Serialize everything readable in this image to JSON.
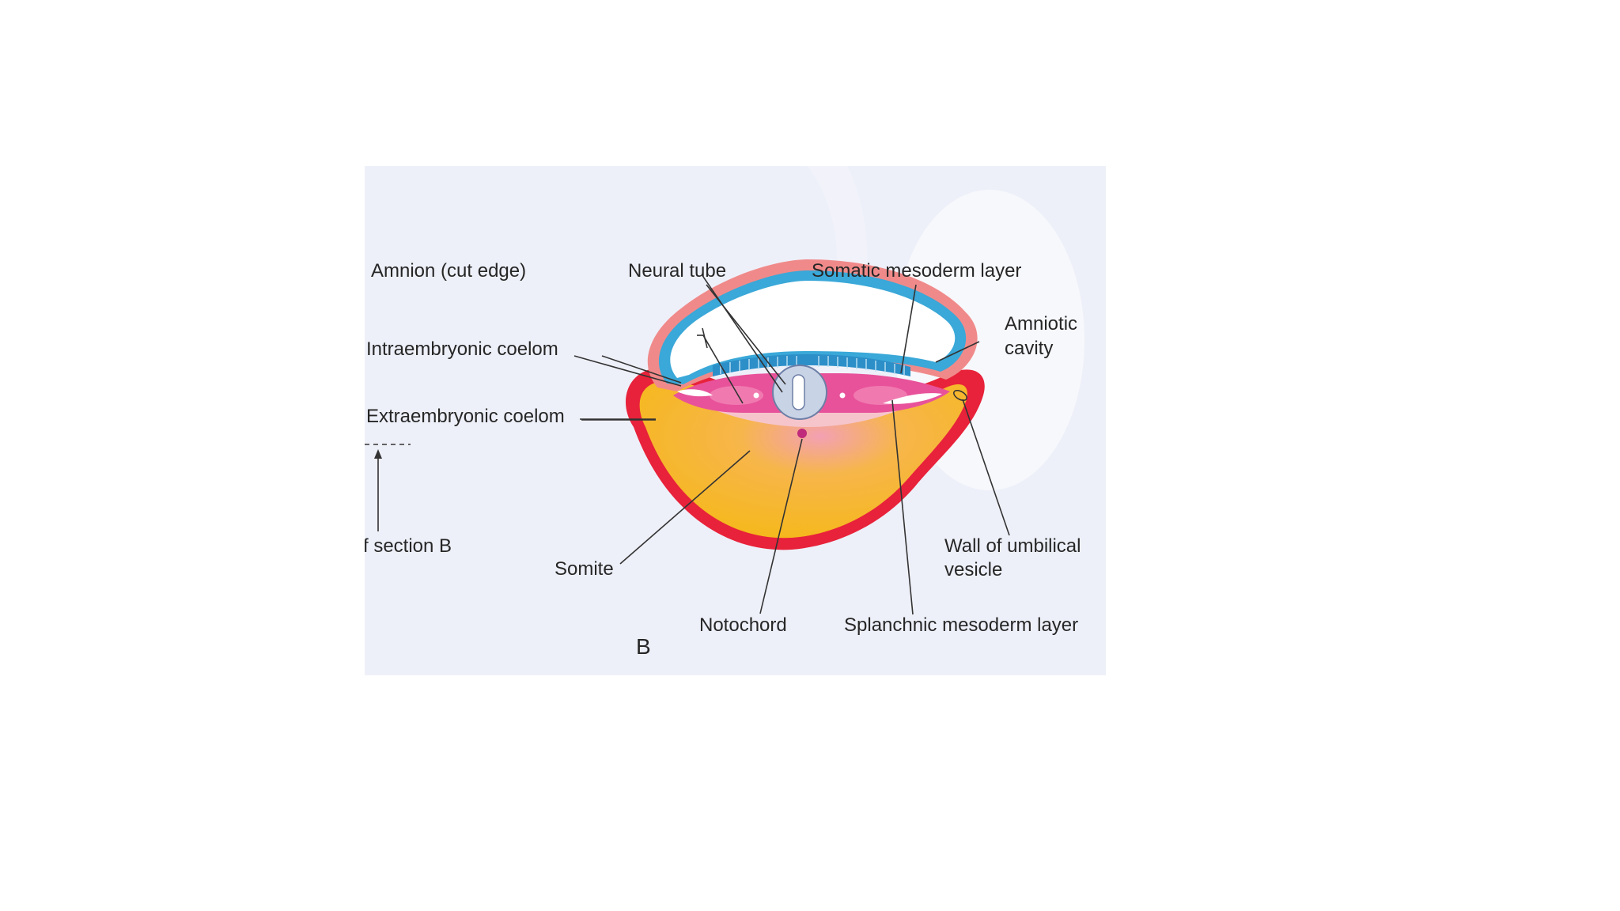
{
  "figure": {
    "panel_letter": "B",
    "labels": {
      "amnion": "Amnion (cut edge)",
      "intraembryonic_coelom": "Intraembryonic coelom",
      "extraembryonic_coelom": "Extraembryonic coelom",
      "level_of_section": "f section B",
      "neural_tube": "Neural tube",
      "somatic_mesoderm": "Somatic mesoderm layer",
      "amniotic_cavity_1": "Amniotic",
      "amniotic_cavity_2": "cavity",
      "somite": "Somite",
      "notochord": "Notochord",
      "wall_umbilical_1": "Wall of umbilical",
      "wall_umbilical_2": "vesicle",
      "splanchnic_mesoderm": "Splanchnic mesoderm layer"
    }
  },
  "colors": {
    "panel_background": "#eef0f9",
    "rule": "#a6c8e6",
    "ectoderm_blue": "#3aa8d8",
    "amnion_pink": "#f08a8a",
    "mesoderm_magenta": "#e8529a",
    "yolk_yellow": "#f5b818",
    "umbilical_wall_red": "#e8223a",
    "neural_tube_gray": "#c9d3e6"
  }
}
